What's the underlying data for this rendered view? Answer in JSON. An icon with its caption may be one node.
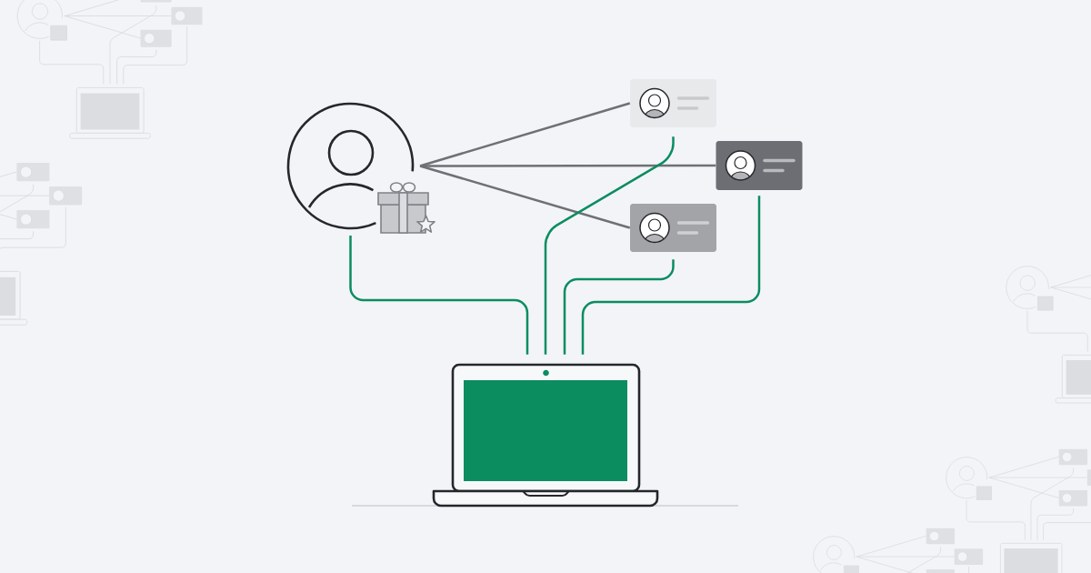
{
  "diagram": {
    "nodes": [
      {
        "text": [],
        "shape": "person"
      },
      {
        "text": [],
        "shape": "box"
      },
      {
        "text": [],
        "shape": "box"
      },
      {
        "text": [],
        "shape": "box"
      },
      {
        "text": [],
        "shape": "picture"
      }
    ],
    "edges": [
      {
        "from": 0,
        "to": 1,
        "arrow": "none",
        "color": "#6f7075"
      },
      {
        "from": 0,
        "to": 2,
        "arrow": "none",
        "color": "#6f7075"
      },
      {
        "from": 0,
        "to": 3,
        "arrow": "none",
        "color": "#6f7075"
      },
      {
        "from": 0,
        "to": 4,
        "arrow": "none"
      },
      {
        "from": 1,
        "to": 4,
        "arrow": "none"
      },
      {
        "from": 3,
        "to": 4,
        "arrow": "none"
      },
      {
        "from": 2,
        "to": 4,
        "arrow": "none"
      }
    ]
  }
}
